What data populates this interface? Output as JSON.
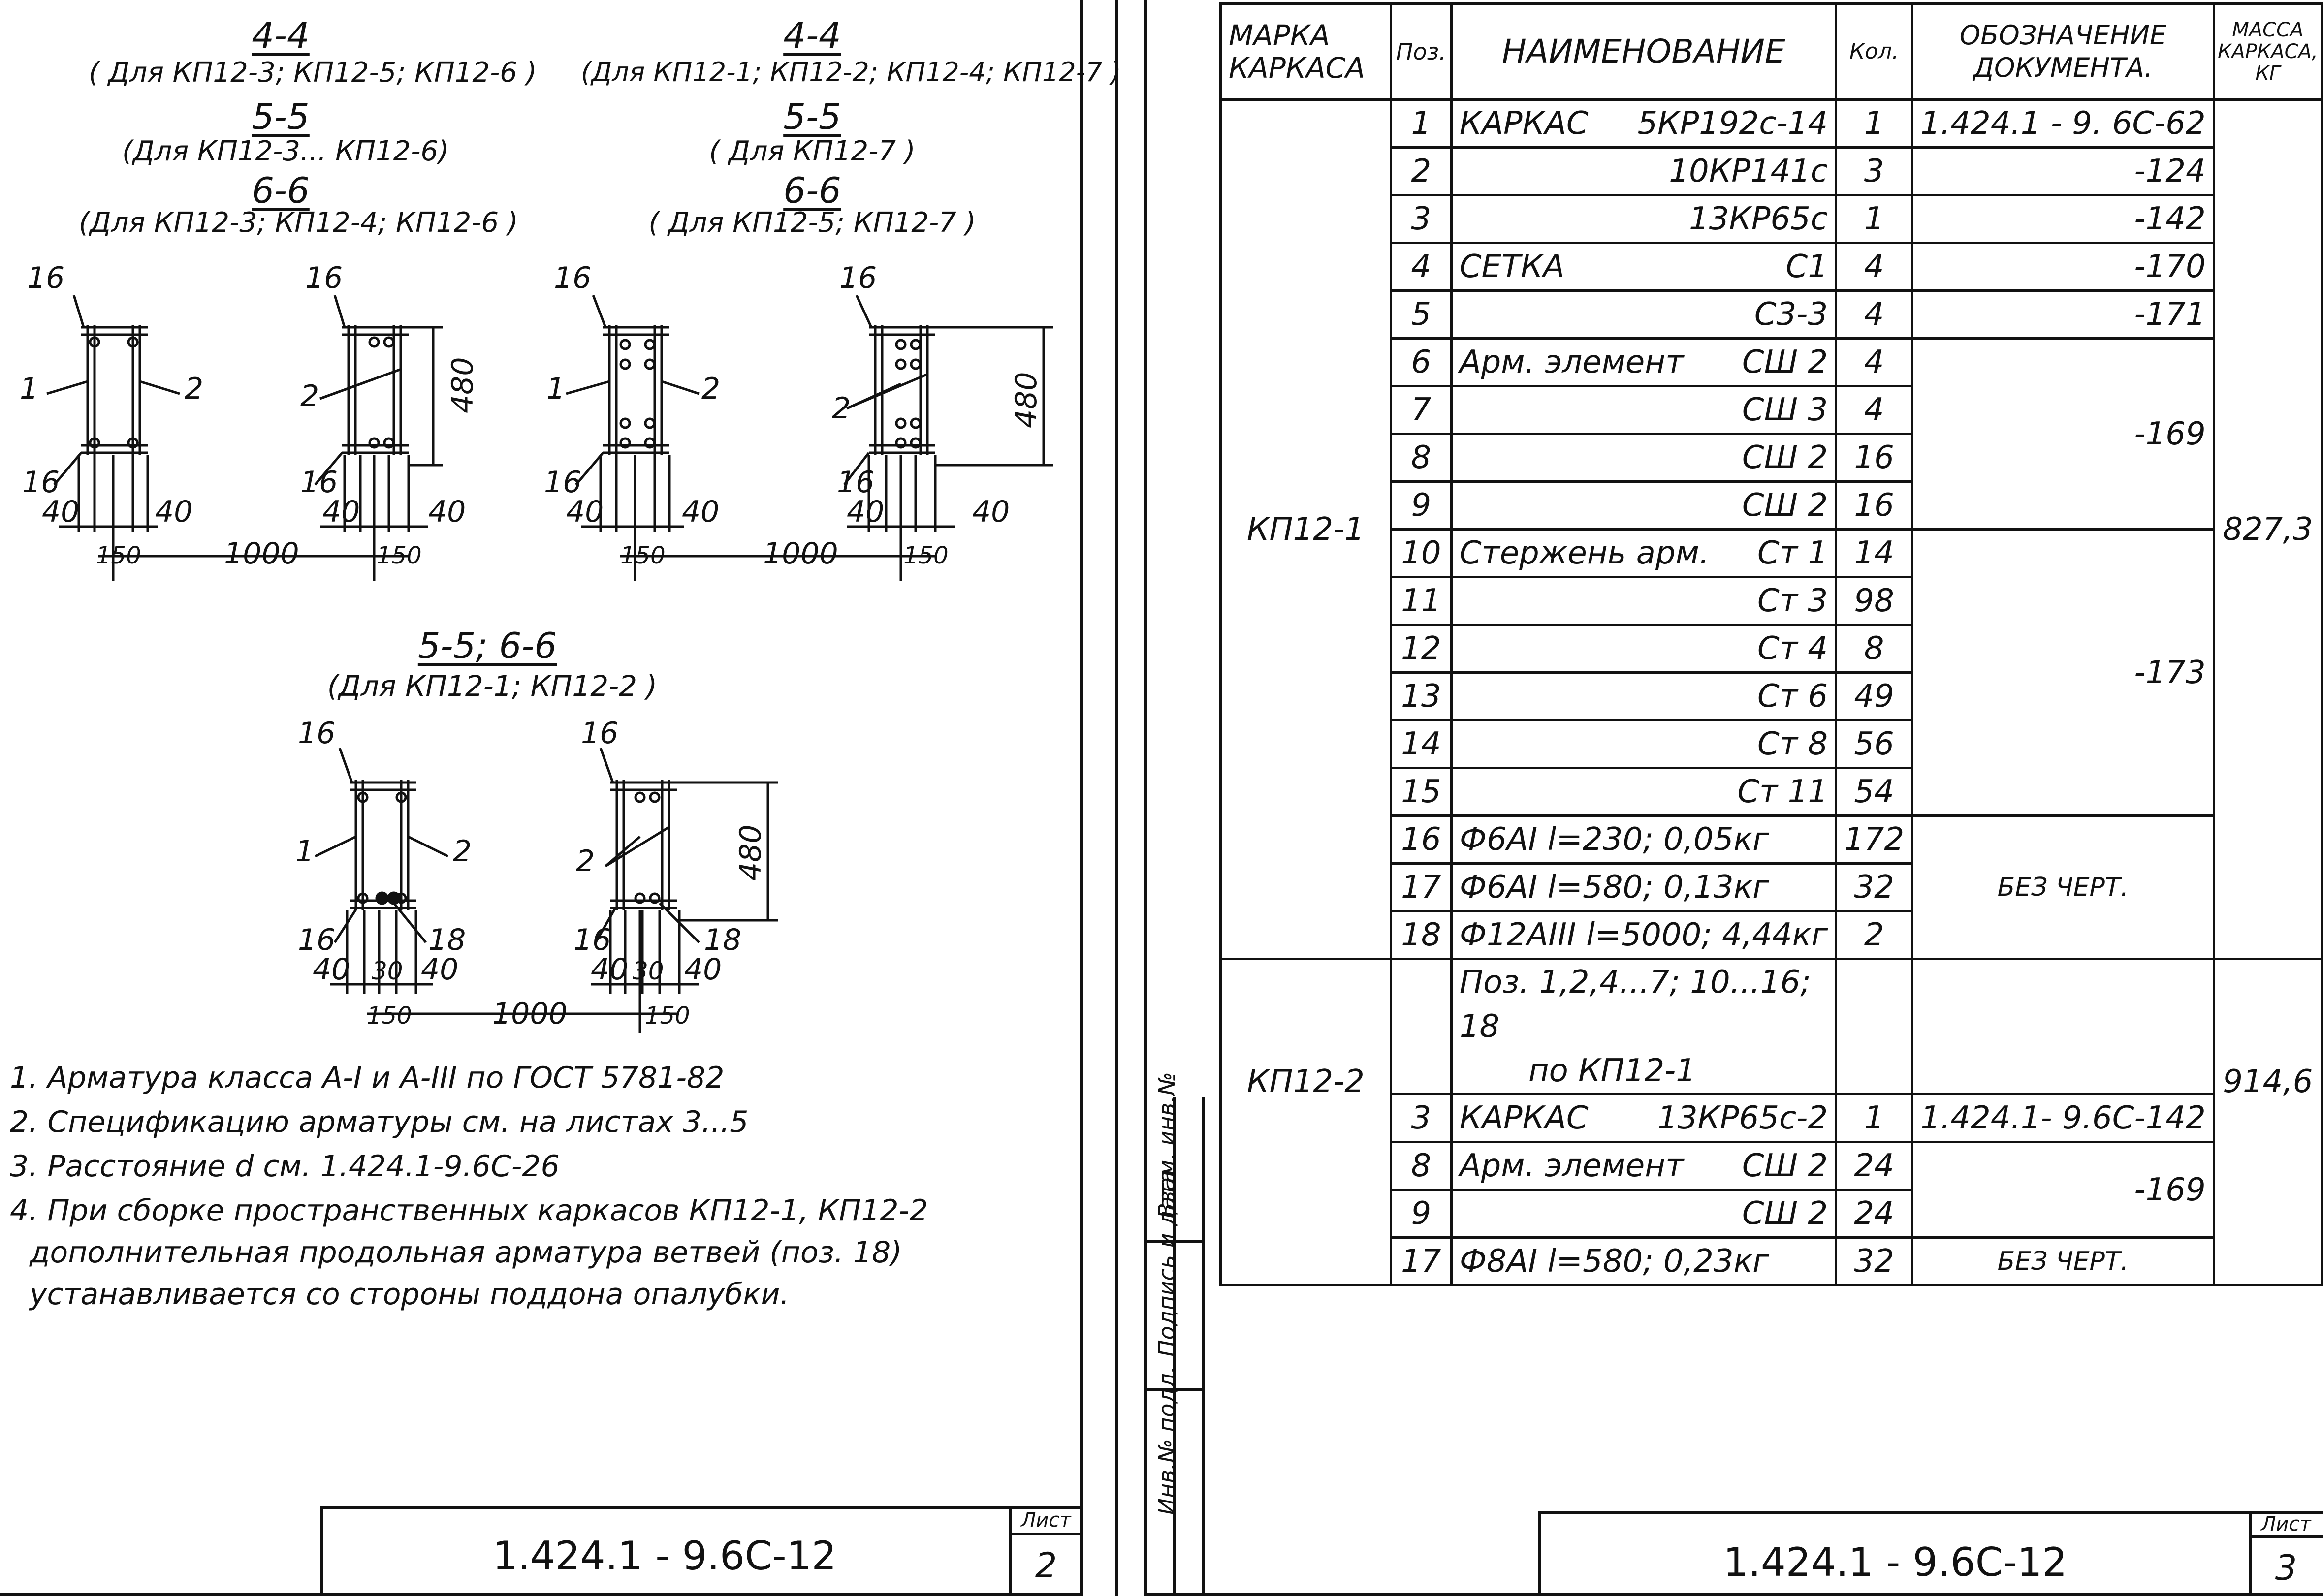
{
  "left_page": {
    "section_headers": {
      "left": [
        {
          "title": "4-4",
          "subtitle": "( Для КП12-3; КП12-5; КП12-6 )"
        },
        {
          "title": "5-5",
          "subtitle": "(Для КП12-3... КП12-6)"
        },
        {
          "title": "6-6",
          "subtitle": "(Для КП12-3; КП12-4; КП12-6 )"
        }
      ],
      "right": [
        {
          "title": "4-4",
          "subtitle": "(Для КП12-1; КП12-2; КП12-4; КП12-7 )"
        },
        {
          "title": "5-5",
          "subtitle": "( Для КП12-7 )"
        },
        {
          "title": "6-6",
          "subtitle": "( Для КП12-5; КП12-7 )"
        }
      ],
      "bottom": {
        "title": "5-5; 6-6",
        "subtitle": "(Для КП12-1; КП12-2 )"
      }
    },
    "drawing_labels": {
      "pos16": "16",
      "pos1": "1",
      "pos2": "2",
      "pos18": "18",
      "dim480": "480",
      "dim40": "40",
      "dim150": "150",
      "dim1000": "1000",
      "dim30": "30"
    },
    "notes": [
      "1. Арматура класса А-I и А-III по ГОСТ 5781-82",
      "2. Спецификацию арматуры см. на листах 3...5",
      "3. Расстояние d см. 1.424.1-9.6С-26",
      "4. При сборке пространственных каркасов КП12-1, КП12-2",
      "дополнительная продольная арматура ветвей (поз. 18)",
      "устанавливается со стороны поддона опалубки."
    ],
    "stamp": {
      "code": "1.424.1 - 9.6С-12",
      "sheet_label": "Лист",
      "sheet_number": "2"
    }
  },
  "right_page": {
    "headers": {
      "mark": "МАРКА КАРКАСА",
      "pos": "Поз.",
      "name": "НАИМЕНОВАНИЕ",
      "qty": "Кол.",
      "doc": "ОБОЗНАЧЕНИЕ ДОКУМЕНТА.",
      "mass": "МАССА КАРКАСА, КГ"
    },
    "groups": [
      {
        "mark": "КП12-1",
        "mass": "827,3"
      },
      {
        "mark": "КП12-2",
        "mass": "914,6"
      }
    ],
    "rows": [
      {
        "pos": "1",
        "name_l": "КАРКАС",
        "name_r": "5КР192с-14",
        "qty": "1",
        "doc": "1.424.1 - 9. 6С-62"
      },
      {
        "pos": "2",
        "name_l": "",
        "name_r": "10КР141с",
        "qty": "3",
        "doc": "-124"
      },
      {
        "pos": "3",
        "name_l": "",
        "name_r": "13КР65с",
        "qty": "1",
        "doc": "-142"
      },
      {
        "pos": "4",
        "name_l": "СЕТКА",
        "name_r": "С1",
        "qty": "4",
        "doc": "-170"
      },
      {
        "pos": "5",
        "name_l": "",
        "name_r": "С3-3",
        "qty": "4",
        "doc": "-171"
      },
      {
        "pos": "6",
        "name_l": "Арм. элемент",
        "name_r": "СШ 2",
        "qty": "4",
        "doc": ""
      },
      {
        "pos": "7",
        "name_l": "",
        "name_r": "СШ 3",
        "qty": "4",
        "doc": "-169"
      },
      {
        "pos": "8",
        "name_l": "",
        "name_r": "СШ 2",
        "qty": "16",
        "doc": ""
      },
      {
        "pos": "9",
        "name_l": "",
        "name_r": "СШ 2",
        "qty": "16",
        "doc": ""
      },
      {
        "pos": "10",
        "name_l": "Стержень арм.",
        "name_r": "Ст 1",
        "qty": "14",
        "doc": ""
      },
      {
        "pos": "11",
        "name_l": "",
        "name_r": "Ст 3",
        "qty": "98",
        "doc": ""
      },
      {
        "pos": "12",
        "name_l": "",
        "name_r": "Ст 4",
        "qty": "8",
        "doc": "-173"
      },
      {
        "pos": "13",
        "name_l": "",
        "name_r": "Ст 6",
        "qty": "49",
        "doc": ""
      },
      {
        "pos": "14",
        "name_l": "",
        "name_r": "Ст 8",
        "qty": "56",
        "doc": ""
      },
      {
        "pos": "15",
        "name_l": "",
        "name_r": "Ст 11",
        "qty": "54",
        "doc": ""
      },
      {
        "pos": "16",
        "name_l": "Ф6АI  l=230;  0,05кг",
        "name_r": "",
        "qty": "172",
        "doc": ""
      },
      {
        "pos": "17",
        "name_l": "Ф6АI  l=580;  0,13кг",
        "name_r": "",
        "qty": "32",
        "doc": "БЕЗ ЧЕРТ."
      },
      {
        "pos": "18",
        "name_l": "Ф12АIII  l=5000; 4,44кг",
        "name_r": "",
        "qty": "2",
        "doc": ""
      },
      {
        "pos": "",
        "name_l": "Поз. 1,2,4...7; 10...16; 18",
        "name_r": "",
        "qty": "",
        "doc": ""
      },
      {
        "pos": "",
        "name_l": "по КП12-1",
        "name_r": "",
        "qty": "",
        "doc": ""
      },
      {
        "pos": "3",
        "name_l": "КАРКАС",
        "name_r": "13КР65с-2",
        "qty": "1",
        "doc": "1.424.1- 9.6С-142"
      },
      {
        "pos": "8",
        "name_l": "Арм. элемент",
        "name_r": "СШ 2",
        "qty": "24",
        "doc": ""
      },
      {
        "pos": "9",
        "name_l": "",
        "name_r": "СШ 2",
        "qty": "24",
        "doc": "-169"
      },
      {
        "pos": "17",
        "name_l": "Ф8АI  l=580;  0,23кг",
        "name_r": "",
        "qty": "32",
        "doc": "БЕЗ ЧЕРТ."
      }
    ],
    "side_stamp": [
      "Инв.№ подл.",
      "Подпись и дата",
      "Взам. инв.№"
    ],
    "stamp": {
      "code": "1.424.1 - 9.6С-12",
      "sheet_label": "Лист",
      "sheet_number": "3"
    }
  }
}
